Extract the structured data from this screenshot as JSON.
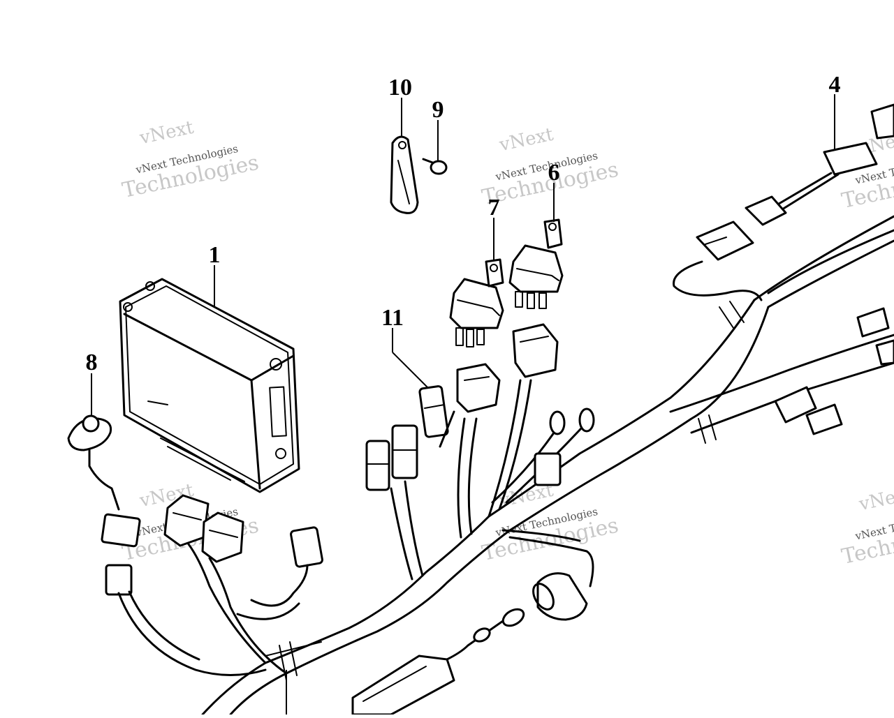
{
  "diagram": {
    "callouts": [
      {
        "id": "1",
        "label": "1"
      },
      {
        "id": "4",
        "label": "4"
      },
      {
        "id": "6",
        "label": "6"
      },
      {
        "id": "7",
        "label": "7"
      },
      {
        "id": "8",
        "label": "8"
      },
      {
        "id": "9",
        "label": "9"
      },
      {
        "id": "10",
        "label": "10"
      },
      {
        "id": "11",
        "label": "11"
      }
    ],
    "watermark": {
      "line_small": "vNext Technologies",
      "line_big": "Technologies",
      "line_top": "vNext"
    }
  }
}
